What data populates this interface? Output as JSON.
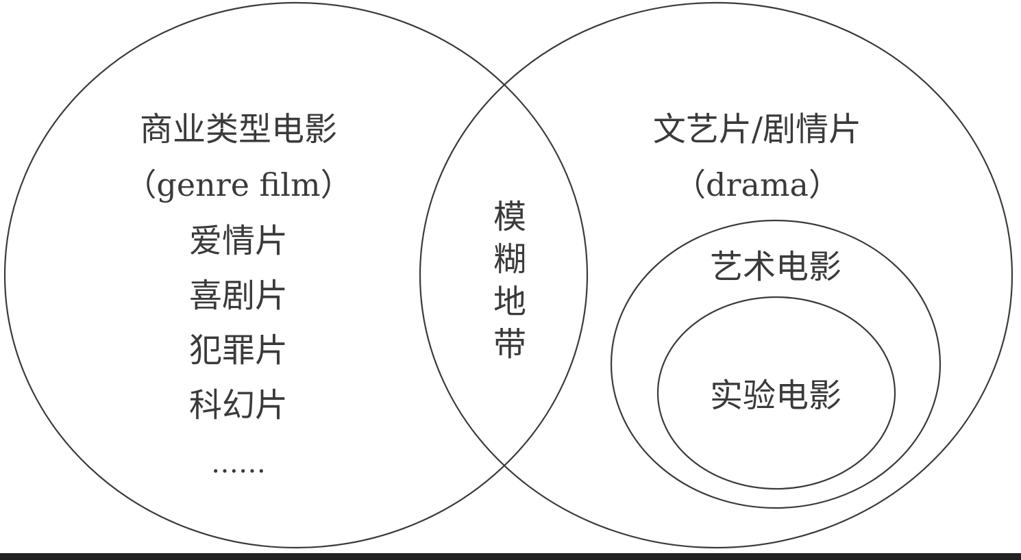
{
  "colors": {
    "stroke": "#3a3a3a",
    "text": "#3a3a3a",
    "background": "#ffffff",
    "bottom_bar": "#222222"
  },
  "left_set": {
    "title": "商业类型电影",
    "subtitle": "（genre film）",
    "items": [
      "爱情片",
      "喜剧片",
      "犯罪片",
      "科幻片",
      "……"
    ]
  },
  "overlap": {
    "chars": [
      "模",
      "糊",
      "地",
      "带"
    ]
  },
  "right_set": {
    "title": "文艺片/剧情片",
    "subtitle": "（drama）",
    "inner": {
      "label": "艺术电影",
      "innermost": {
        "label": "实验电影"
      }
    }
  }
}
